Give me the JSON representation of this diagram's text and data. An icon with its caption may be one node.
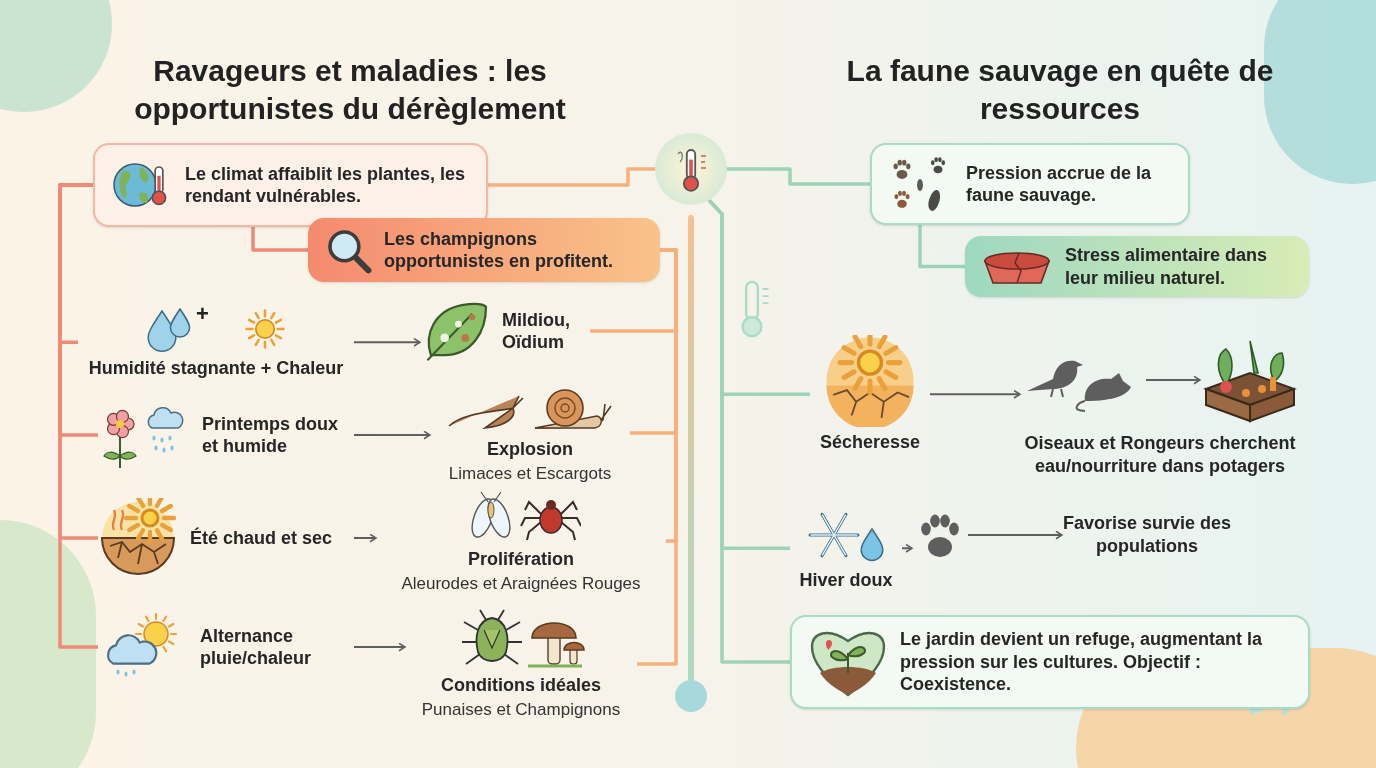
{
  "diagram": {
    "nodes": [
      {
        "text": [
          "Le climat affaiblit les plantes, les rendant vulnérables."
        ]
      },
      {
        "text": [
          "Les champignons opportunistes en profitent."
        ]
      },
      {
        "text": [
          "Humidité stagnante + Chaleur"
        ]
      },
      {
        "text": [
          "Mildiou, Oïdium"
        ]
      },
      {
        "text": [
          "Printemps doux et humide"
        ]
      },
      {
        "text": [
          "Explosion",
          "Limaces et Escargots"
        ]
      },
      {
        "text": [
          "Été chaud et sec"
        ]
      },
      {
        "text": [
          "Prolifération",
          "Aleurodes et Araignées Rouges"
        ]
      },
      {
        "text": [
          "Alternance pluie/chaleur"
        ]
      },
      {
        "text": [
          "Conditions idéales",
          "Punaises et Champignons"
        ]
      },
      {
        "text": [],
        "shape": "circle"
      },
      {
        "text": [
          "Pression accrue de la faune sauvage."
        ]
      },
      {
        "text": [
          "Stress alimentaire dans leur milieu naturel."
        ]
      },
      {
        "text": [
          "Sécheresse"
        ]
      },
      {
        "text": [],
        "shape": "picture",
        "beside": [
          "Oiseaux et Rongeurs cherchent eau/nourriture dans potagers"
        ]
      },
      {
        "text": [],
        "shape": "picture"
      },
      {
        "text": [
          "Hiver doux"
        ]
      },
      {
        "text": [],
        "shape": "picture"
      },
      {
        "text": [
          "Favorise survie des populations"
        ]
      },
      {
        "text": [
          "**Le jardin devient un refuge,** augmentant la pression sur les cultures. **Objectif : Coexistence.**"
        ]
      }
    ],
    "edges": [
      {
        "from": 10,
        "to": 0,
        "arrow": "none",
        "color": "#f6b07e"
      },
      {
        "from": 0,
        "to": 1,
        "arrow": "none",
        "color": "#ee8a78"
      },
      {
        "from": 0,
        "to": 2,
        "arrow": "none",
        "color": "#ee8a78"
      },
      {
        "from": 0,
        "to": 4,
        "arrow": "none",
        "color": "#ee8a78"
      },
      {
        "from": 0,
        "to": 6,
        "arrow": "none",
        "color": "#ee8a78"
      },
      {
        "from": 0,
        "to": 8,
        "arrow": "none",
        "color": "#ee8a78"
      },
      {
        "from": 1,
        "to": 3,
        "arrow": "none",
        "color": "#f6b07e"
      },
      {
        "from": 1,
        "to": 5,
        "arrow": "none",
        "color": "#f6b07e"
      },
      {
        "from": 1,
        "to": 7,
        "arrow": "none",
        "color": "#f6b07e"
      },
      {
        "from": 1,
        "to": 9,
        "arrow": "none",
        "color": "#f6b07e"
      },
      {
        "from": 2,
        "to": 3,
        "arrow": "to"
      },
      {
        "from": 4,
        "to": 5,
        "arrow": "to"
      },
      {
        "from": 6,
        "to": 7,
        "arrow": "to"
      },
      {
        "from": 8,
        "to": 9,
        "arrow": "to"
      },
      {
        "from": 10,
        "to": 11,
        "arrow": "none",
        "color": "#9dd3b8"
      },
      {
        "from": 11,
        "to": 12,
        "arrow": "none",
        "color": "#9dd3b8"
      },
      {
        "from": 10,
        "to": 13,
        "arrow": "none",
        "color": "#9dd3b8"
      },
      {
        "from": 10,
        "to": 16,
        "arrow": "none",
        "color": "#9dd3b8"
      },
      {
        "from": 10,
        "to": 19,
        "arrow": "none",
        "color": "#9dd3b8"
      },
      {
        "from": 13,
        "to": 14,
        "arrow": "to"
      },
      {
        "from": 14,
        "to": 15,
        "arrow": "to"
      },
      {
        "from": 16,
        "to": 17,
        "arrow": "to"
      },
      {
        "from": 17,
        "to": 18,
        "arrow": "to"
      }
    ],
    "labels": [
      "Ravageurs et maladies : les opportunistes du dérèglement",
      "La faune sauvage en quête de ressources",
      "+"
    ]
  }
}
